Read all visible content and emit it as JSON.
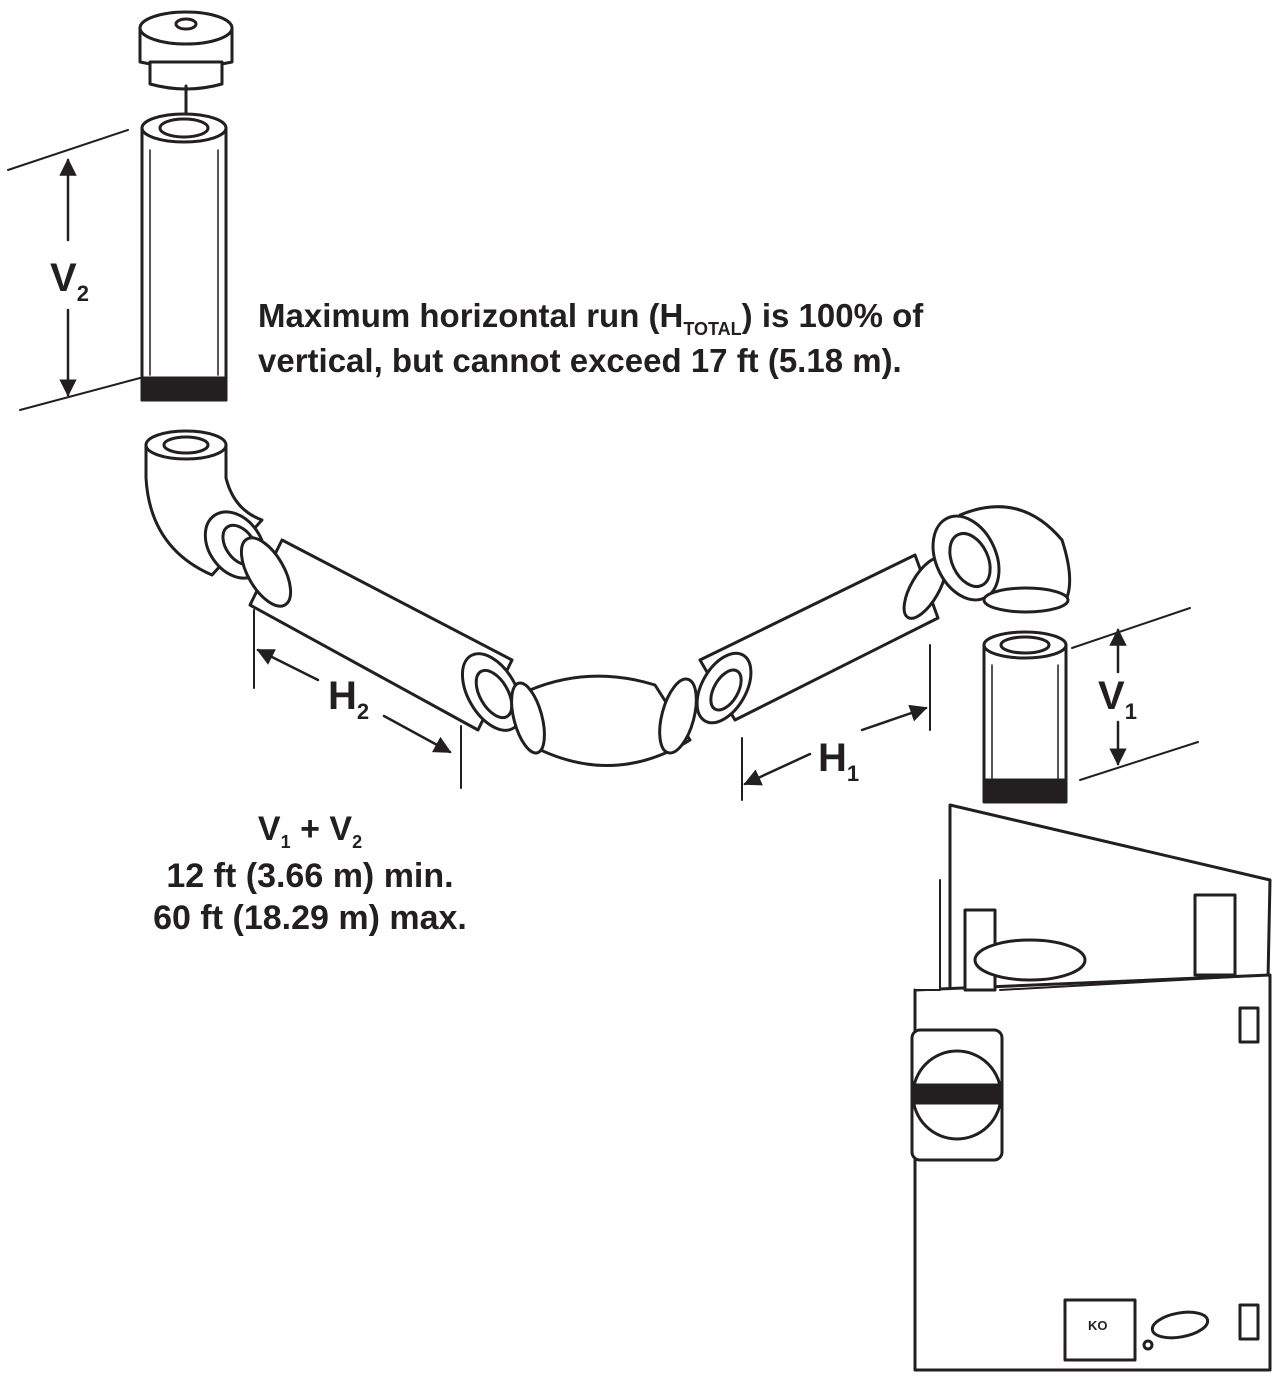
{
  "labels": {
    "v2": {
      "main": "V",
      "sub": "2"
    },
    "v1": {
      "main": "V",
      "sub": "1"
    },
    "h2": {
      "main": "H",
      "sub": "2"
    },
    "h1": {
      "main": "H",
      "sub": "1"
    }
  },
  "note": {
    "line1_prefix": "Maximum horizontal run (H",
    "line1_sub": "TOTAL",
    "line1_suffix": ") is 100% of",
    "line2": "vertical, but cannot exceed 17 ft (5.18 m)."
  },
  "vertical_limits": {
    "sum_v1": "V",
    "sum_v1_sub": "1",
    "sum_plus": " + V",
    "sum_v2_sub": "2",
    "min": "12 ft (3.66 m) min.",
    "max": "60 ft (18.29 m) max."
  },
  "furnace_label": "KO"
}
